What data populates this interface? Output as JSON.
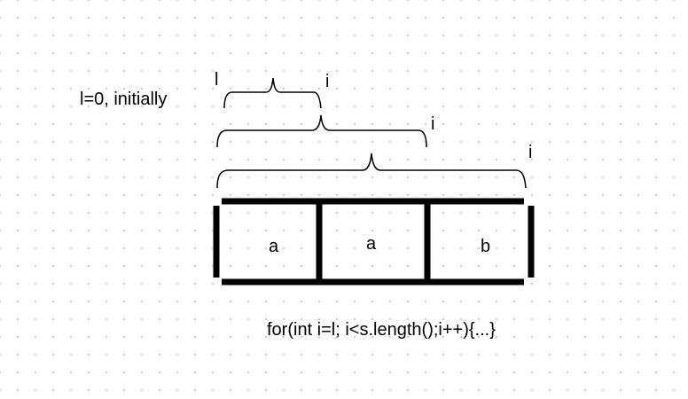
{
  "note": "l=0, initially",
  "brackets": [
    {
      "start_label": "l",
      "end_label": "i"
    },
    {
      "end_label": "i"
    },
    {
      "end_label": "i"
    }
  ],
  "cells": [
    "a",
    "a",
    "b"
  ],
  "code": "for(int i=l; i<s.length();i++){...}"
}
